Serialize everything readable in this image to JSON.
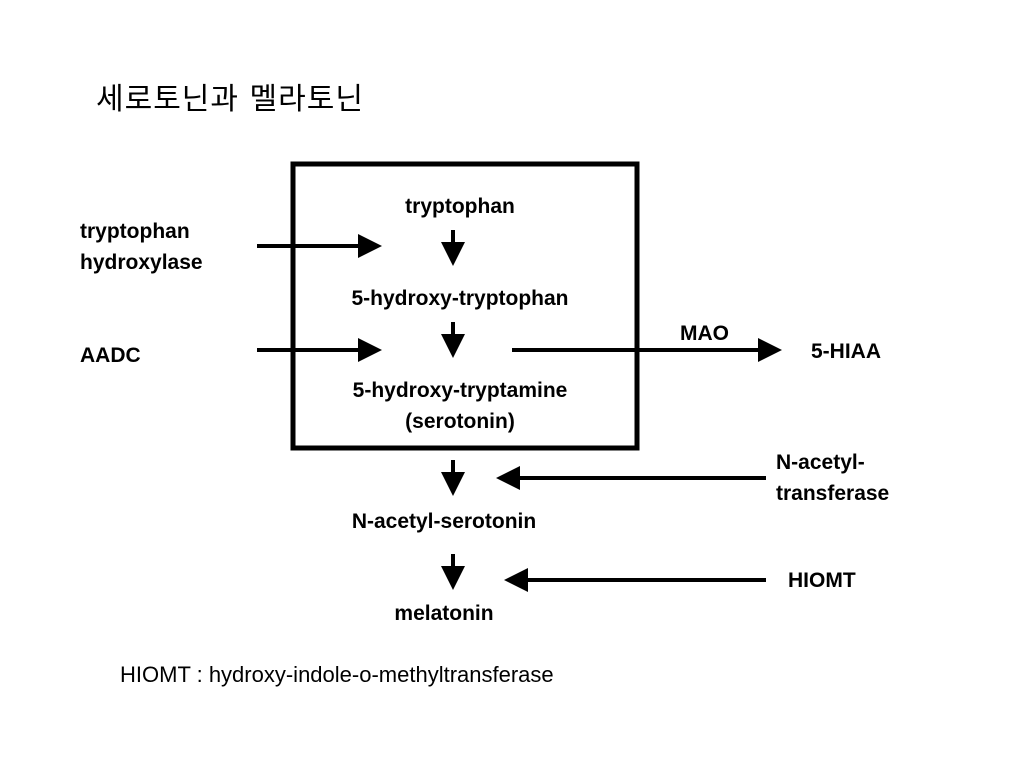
{
  "title": "세로토닌과 멜라토닌",
  "pathway": {
    "tryptophan": "tryptophan",
    "five_htp": "5-hydroxy-tryptophan",
    "serotonin_line1": "5-hydroxy-tryptamine",
    "serotonin_line2": "(serotonin)",
    "n_acetyl_serotonin": "N-acetyl-serotonin",
    "melatonin": "melatonin",
    "five_hiaa": "5-HIAA"
  },
  "enzymes": {
    "tph_line1": "tryptophan",
    "tph_line2": "hydroxylase",
    "aadc": "AADC",
    "mao": "MAO",
    "nat_line1": "N-acetyl-",
    "nat_line2": "transferase",
    "hiomt": "HIOMT"
  },
  "footnote": "HIOMT : hydroxy-indole-o-methyltransferase"
}
